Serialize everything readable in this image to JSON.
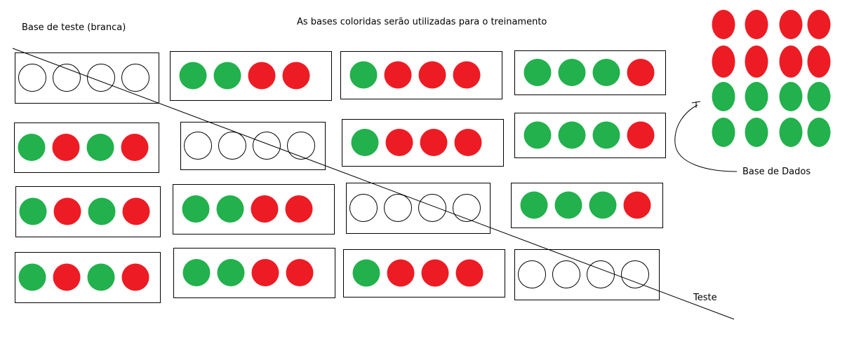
{
  "labels": {
    "test_base": "Base de teste (branca)",
    "note": "As bases coloridas serão utilizadas para o treinamento",
    "database": "Base de Dados",
    "teste": "Teste"
  },
  "colors": {
    "green": "#22b14c",
    "red": "#ed1c24",
    "white": "#ffffff",
    "outline": "#000000"
  },
  "grid": [
    [
      "white",
      "white",
      "white",
      "white"
    ],
    [
      "green",
      "green",
      "red",
      "red"
    ],
    [
      "green",
      "red",
      "red",
      "red"
    ],
    [
      "green",
      "green",
      "green",
      "red"
    ],
    [
      "green",
      "red",
      "green",
      "red"
    ],
    [
      "white",
      "white",
      "white",
      "white"
    ],
    [
      "green",
      "red",
      "red",
      "red"
    ],
    [
      "green",
      "green",
      "green",
      "red"
    ],
    [
      "green",
      "red",
      "green",
      "red"
    ],
    [
      "green",
      "green",
      "red",
      "red"
    ],
    [
      "white",
      "white",
      "white",
      "white"
    ],
    [
      "green",
      "green",
      "green",
      "red"
    ],
    [
      "green",
      "red",
      "green",
      "red"
    ],
    [
      "green",
      "green",
      "red",
      "red"
    ],
    [
      "green",
      "red",
      "red",
      "red"
    ],
    [
      "white",
      "white",
      "white",
      "white"
    ]
  ],
  "database": [
    [
      "red",
      "red",
      "red",
      "red"
    ],
    [
      "red",
      "red",
      "red",
      "red"
    ],
    [
      "green",
      "green",
      "green",
      "green"
    ],
    [
      "green",
      "green",
      "green",
      "green"
    ]
  ]
}
